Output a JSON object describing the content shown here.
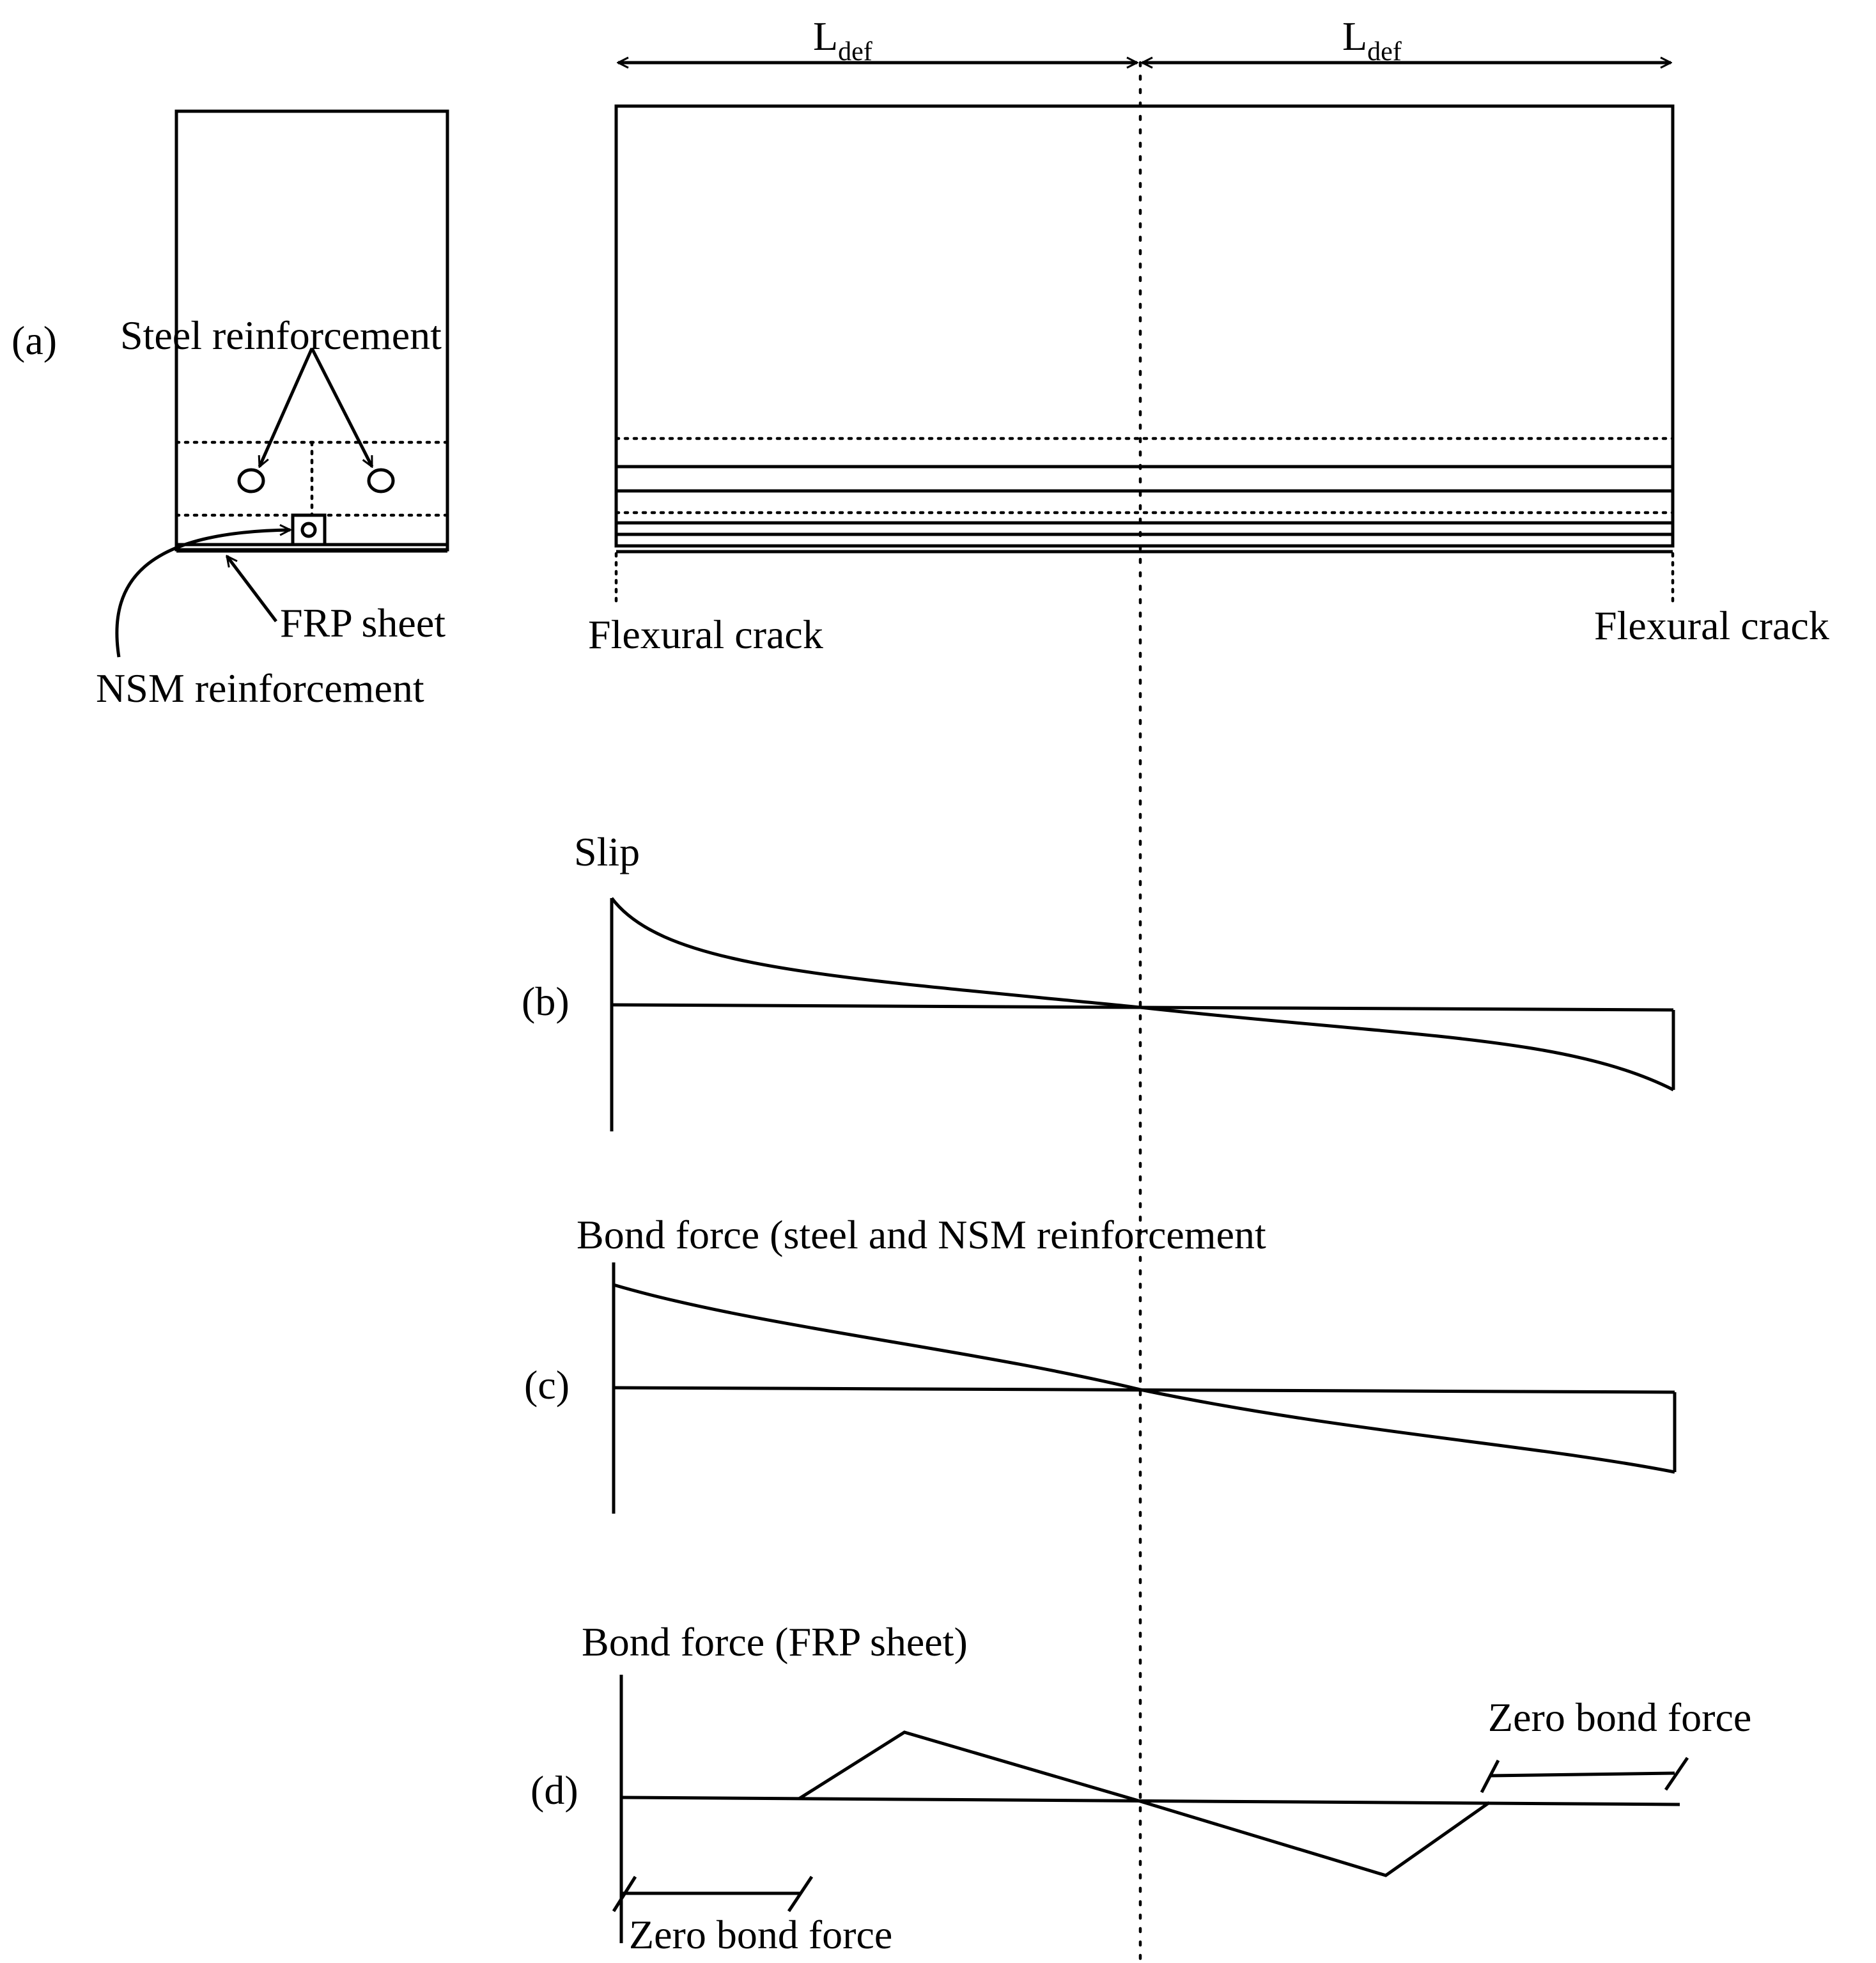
{
  "labels": {
    "part_a": "(a)",
    "part_b": "(b)",
    "part_c": "(c)",
    "part_d": "(d)",
    "steel": "Steel reinforcement",
    "frp": "FRP sheet",
    "nsm": "NSM reinforcement",
    "crack_left": "Flexural crack",
    "crack_right": "Flexural crack",
    "ldef_left_main": "L",
    "ldef_left_sub": "def",
    "ldef_right_main": "L",
    "ldef_right_sub": "def",
    "slip": "Slip",
    "bond_steel_nsm": "Bond force (steel and NSM reinforcement",
    "bond_frp": "Bond force (FRP sheet)",
    "zero_right": "Zero bond force",
    "zero_left": "Zero bond force"
  },
  "colors": {
    "stroke": "#000000",
    "background": "#ffffff"
  }
}
